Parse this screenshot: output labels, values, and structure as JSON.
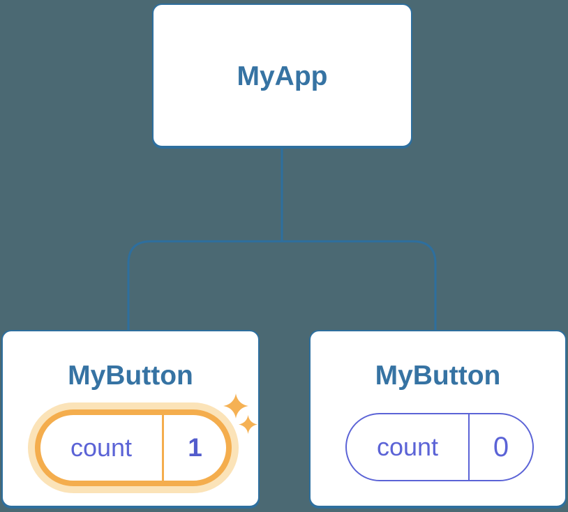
{
  "colors": {
    "background": "#4B6973",
    "card_bg": "#FFFFFF",
    "card_border": "#2E6F9E",
    "node_title": "#3673A3",
    "connector": "#2E6F9E",
    "state_purple": "#5B63D6",
    "state_value_bold": "#525CCC",
    "highlight_orange": "#F4AD4D",
    "highlight_halo": "#FBE3B8",
    "sparkle": "#F5B154"
  },
  "tree": {
    "type": "component-tree",
    "root": {
      "label": "MyApp"
    },
    "children": [
      {
        "label": "MyButton",
        "state": {
          "key": "count",
          "value": "1"
        },
        "highlighted": true,
        "icon": "sparkle-icon"
      },
      {
        "label": "MyButton",
        "state": {
          "key": "count",
          "value": "0"
        },
        "highlighted": false
      }
    ]
  }
}
